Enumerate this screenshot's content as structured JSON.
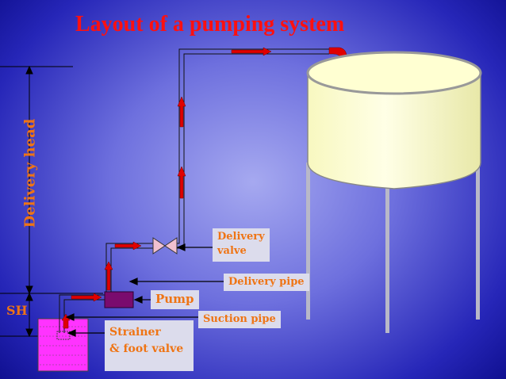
{
  "title": "Layout of a pumping system",
  "dimensions": {
    "delivery_head": "Delivery head",
    "suction_head": "SH"
  },
  "labels": {
    "delivery_valve": [
      "Delivery",
      "valve"
    ],
    "delivery_pipe": "Delivery  pipe",
    "pump": "Pump",
    "suction_pipe": "Suction  pipe",
    "strainer": [
      "Strainer",
      "& foot valve"
    ]
  },
  "colors": {
    "title": "#ff1010",
    "label_text": "#ef7414",
    "label_bg": "#dcdcec",
    "flow_arrow": "#e00000",
    "pump": "#7a0b6e",
    "sump": "#ff33ff",
    "tank": "#ffffc0"
  }
}
